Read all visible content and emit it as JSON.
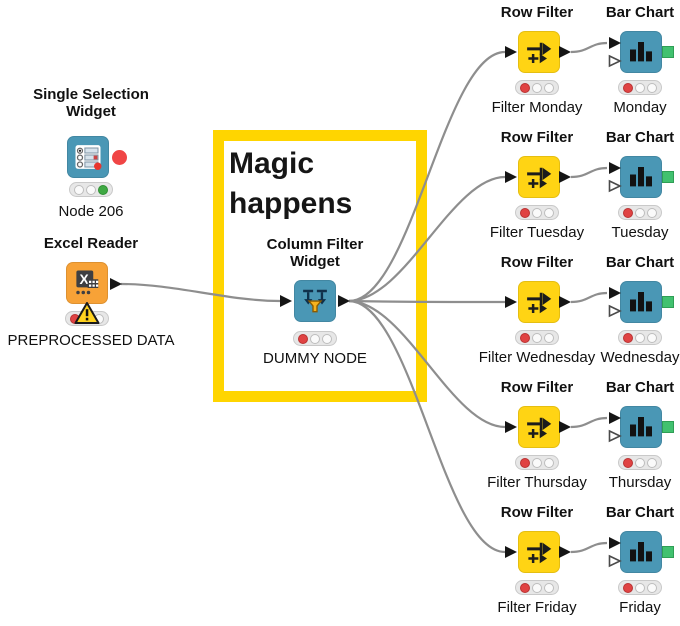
{
  "colors": {
    "node_blue": "#4A97B5",
    "node_yellow": "#FFD414",
    "node_orange": "#F7A237",
    "annotation_yellow": "#FFD500",
    "status_red": "#E04343",
    "status_green": "#3FA943",
    "image_port_green": "#41C16F",
    "flow_variable_port_red": "#F04545",
    "wire_gray": "#8E8E8E"
  },
  "annotation": {
    "text": "Magic\nhappens"
  },
  "icons": {
    "single_selection": "radio-button-list",
    "excel_reader": "excel-spreadsheet",
    "column_filter": "down-arrows-funnel",
    "row_filter": "double-right-arrows",
    "bar_chart": "vertical-bars",
    "warning": "exclamation-triangle"
  },
  "nodes": {
    "single_selection": {
      "title": "Single Selection\nWidget",
      "label": "Node 206"
    },
    "excel_reader": {
      "title": "Excel Reader",
      "label": "PREPROCESSED DATA"
    },
    "column_filter": {
      "title": "Column Filter\nWidget",
      "label": "DUMMY NODE"
    }
  },
  "rows": [
    {
      "filter_title": "Row Filter",
      "filter_label": "Filter Monday",
      "chart_title": "Bar Chart",
      "chart_label": "Monday"
    },
    {
      "filter_title": "Row Filter",
      "filter_label": "Filter Tuesday",
      "chart_title": "Bar Chart",
      "chart_label": "Tuesday"
    },
    {
      "filter_title": "Row Filter",
      "filter_label": "Filter Wednesday",
      "chart_title": "Bar Chart",
      "chart_label": "Wednesday"
    },
    {
      "filter_title": "Row Filter",
      "filter_label": "Filter Thursday",
      "chart_title": "Bar Chart",
      "chart_label": "Thursday"
    },
    {
      "filter_title": "Row Filter",
      "filter_label": "Filter Friday",
      "chart_title": "Bar Chart",
      "chart_label": "Friday"
    }
  ]
}
